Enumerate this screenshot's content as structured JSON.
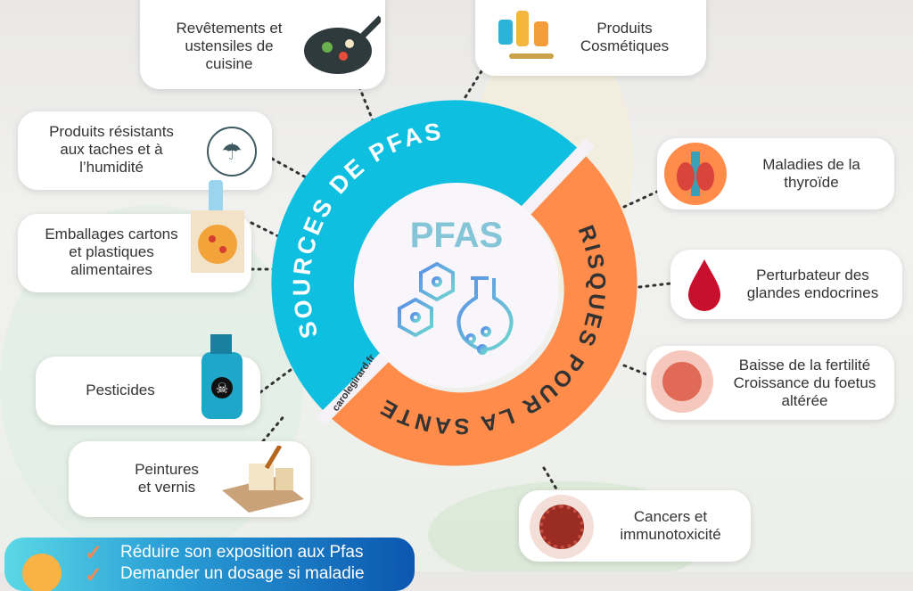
{
  "center": {
    "title": "PFAS",
    "ring_sources": "SOURCES DE PFAS",
    "ring_risks": "RISQUES POUR LA SANTE",
    "watermark": "carolegirard.fr"
  },
  "sources": [
    {
      "label": "Revêtements et\nustensiles de\ncuisine",
      "icon": "frying-pan-icon"
    },
    {
      "label": "Produits\nCosmétiques",
      "icon": "cosmetics-icon"
    },
    {
      "label": "Produits résistants\naux taches et à\nl’humidité",
      "icon": "umbrella-icon"
    },
    {
      "label": "Emballages cartons\net plastiques\nalimentaires",
      "icon": "pizza-box-icon"
    },
    {
      "label": "Pesticides",
      "icon": "sprayer-icon"
    },
    {
      "label": "Peintures\net vernis",
      "icon": "paint-icon"
    }
  ],
  "risks": [
    {
      "label": "Maladies de la\nthyroïde",
      "icon": "thyroid-icon"
    },
    {
      "label": "Perturbateur des\nglandes endocrines",
      "icon": "blood-drop-icon"
    },
    {
      "label": "Baisse de la fertilité\nCroissance du foetus\naltérée",
      "icon": "fetus-icon"
    },
    {
      "label": "Cancers et\nimmunotoxicité",
      "icon": "virus-icon"
    }
  ],
  "banner": {
    "lines": [
      "Réduire son exposition aux Pfas",
      "Demander un dosage si maladie"
    ]
  },
  "colors": {
    "blue": "#0fbfdf",
    "orange": "#ff8c4a",
    "pfas_text": "#84c5d8"
  }
}
